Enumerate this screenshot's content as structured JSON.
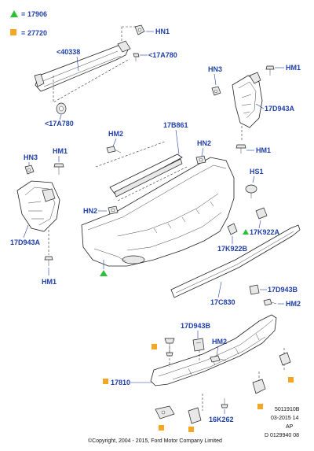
{
  "legend": {
    "triangle_color": "#2fbf3a",
    "square_color": "#f5a623",
    "triangle_label": "17906",
    "square_label": "27720"
  },
  "labels": {
    "hn1_top": "HN1",
    "p40338": "<40338",
    "p17a780_right": "<17A780",
    "p17a780_left": "<17A780",
    "hn3_right": "HN3",
    "hm1_right_top": "HM1",
    "p17d943a_right": "17D943A",
    "hm1_right_mid": "HM1",
    "hn3_left": "HN3",
    "hm1_left_top": "HM1",
    "p17d943a_left": "17D943A",
    "hm1_left_bottom": "HM1",
    "hm2_top": "HM2",
    "p17b861": "17B861",
    "hn2_top": "HN2",
    "hs1": "HS1",
    "hn2_left": "HN2",
    "p17k922a": "17K922A",
    "p17k922b": "17K922B",
    "p17c830": "17C830",
    "p17d943b_right": "17D943B",
    "hm2_right": "HM2",
    "p17d943b_left": "17D943B",
    "hm2_bottom": "HM2",
    "p17810": "17810",
    "p16k262": "16K262"
  },
  "reference": {
    "line1": "5011910B",
    "line2": "03-2015 14",
    "line3": "AP",
    "line4": "D 0129940 08"
  },
  "copyright": "©Copyright, 2004 - 2015, Ford Motor Company Limited"
}
